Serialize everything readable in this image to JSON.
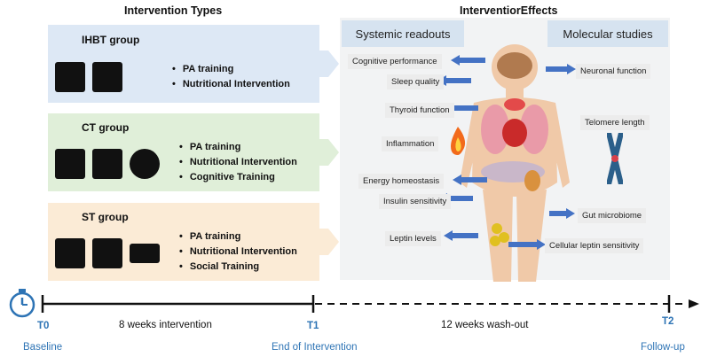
{
  "headers": {
    "types": "Intervention Types",
    "effects": "InterventiorEffects"
  },
  "groups": [
    {
      "title": "IHBT group",
      "bullets": [
        "PA training",
        "Nutritional Intervention"
      ],
      "color": "#dde8f5"
    },
    {
      "title": "CT group",
      "bullets": [
        "PA training",
        "Nutritional Intervention",
        "Cognitive Training"
      ],
      "color": "#e0efd9"
    },
    {
      "title": "ST group",
      "bullets": [
        "PA training",
        "Nutritional Intervention",
        "Social Training"
      ],
      "color": "#fbebd6"
    }
  ],
  "effects": {
    "systemic_title": "Systemic readouts",
    "molecular_title": "Molecular studies",
    "systemic": [
      "Cognitive performance",
      "Sleep quality",
      "Thyroid function",
      "Inflammation",
      "Energy homeostasis",
      "Insulin sensitivity",
      "Leptin levels"
    ],
    "molecular": [
      "Neuronal function",
      "Telomere length",
      "Gut microbiome",
      "Cellular leptin sensitivity"
    ]
  },
  "timeline": {
    "points": [
      "T0",
      "T1",
      "T2"
    ],
    "phases": [
      "8 weeks intervention",
      "12 weeks wash-out"
    ],
    "milestones": [
      "Baseline",
      "End of Intervention",
      "Follow-up"
    ],
    "accent": "#2e74b5"
  }
}
